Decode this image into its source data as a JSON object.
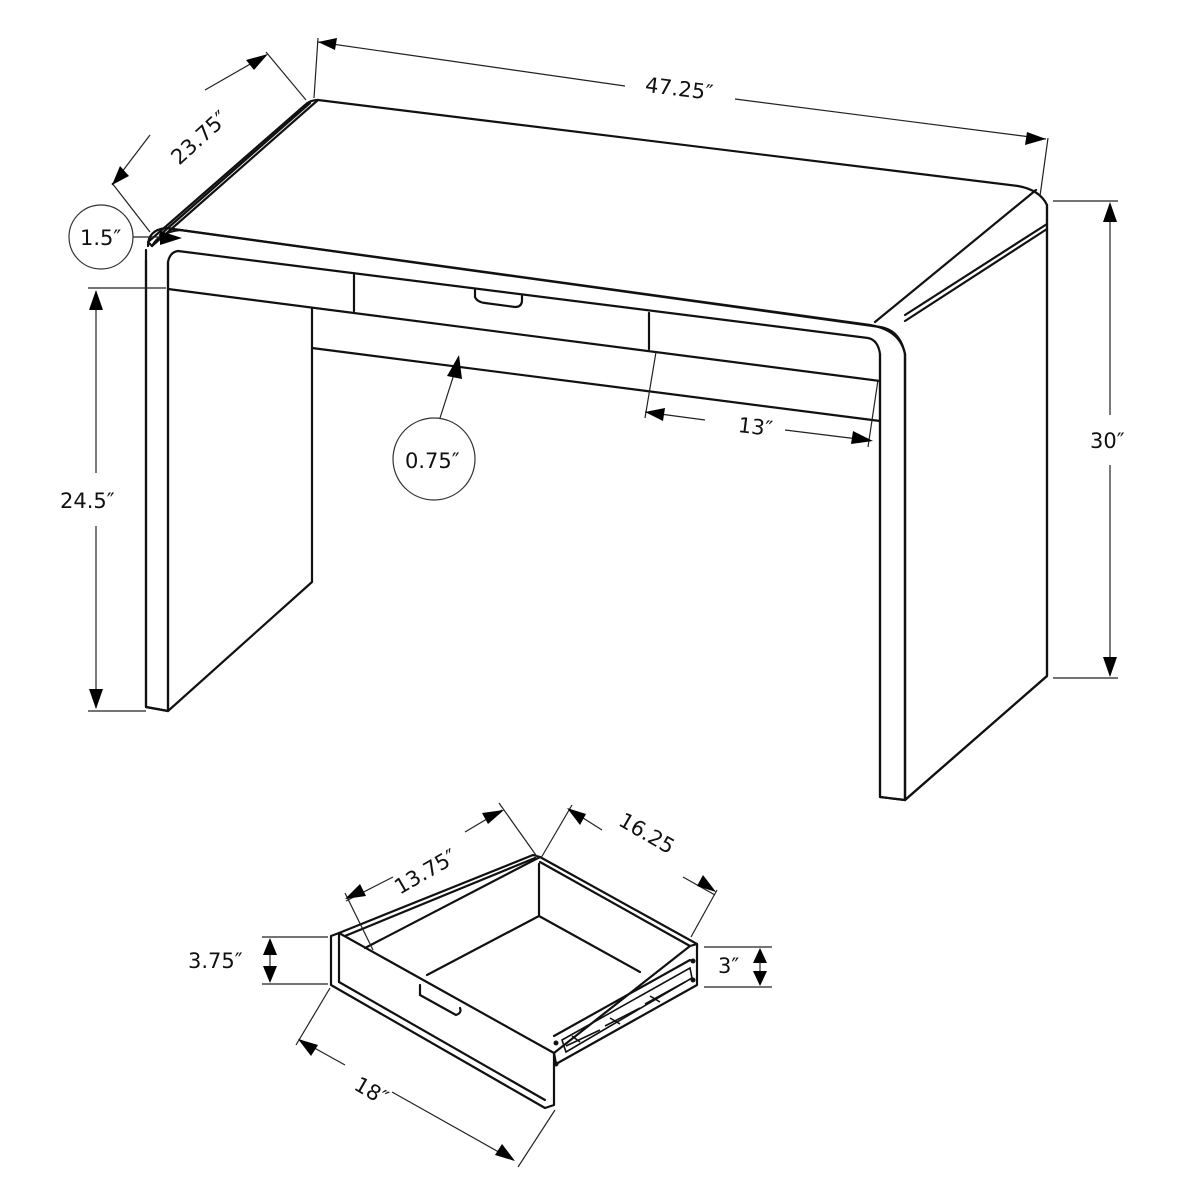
{
  "diagram": {
    "subject": "Computer desk with center drawer - dimension drawing",
    "stroke_color": "#111111",
    "background": "#ffffff"
  },
  "desk": {
    "dimensions": {
      "width": "47.25″",
      "depth": "23.75″",
      "height": "30″",
      "knee_clearance_height": "24.5″",
      "top_thickness": "1.5″",
      "side_panel_thickness": "0.75″",
      "drawer_opening_width": "13″"
    }
  },
  "drawer": {
    "dimensions": {
      "interior_width": "13.75″",
      "interior_depth": "16.25",
      "front_height": "3.75″",
      "side_height": "3″",
      "front_width": "18″"
    }
  }
}
